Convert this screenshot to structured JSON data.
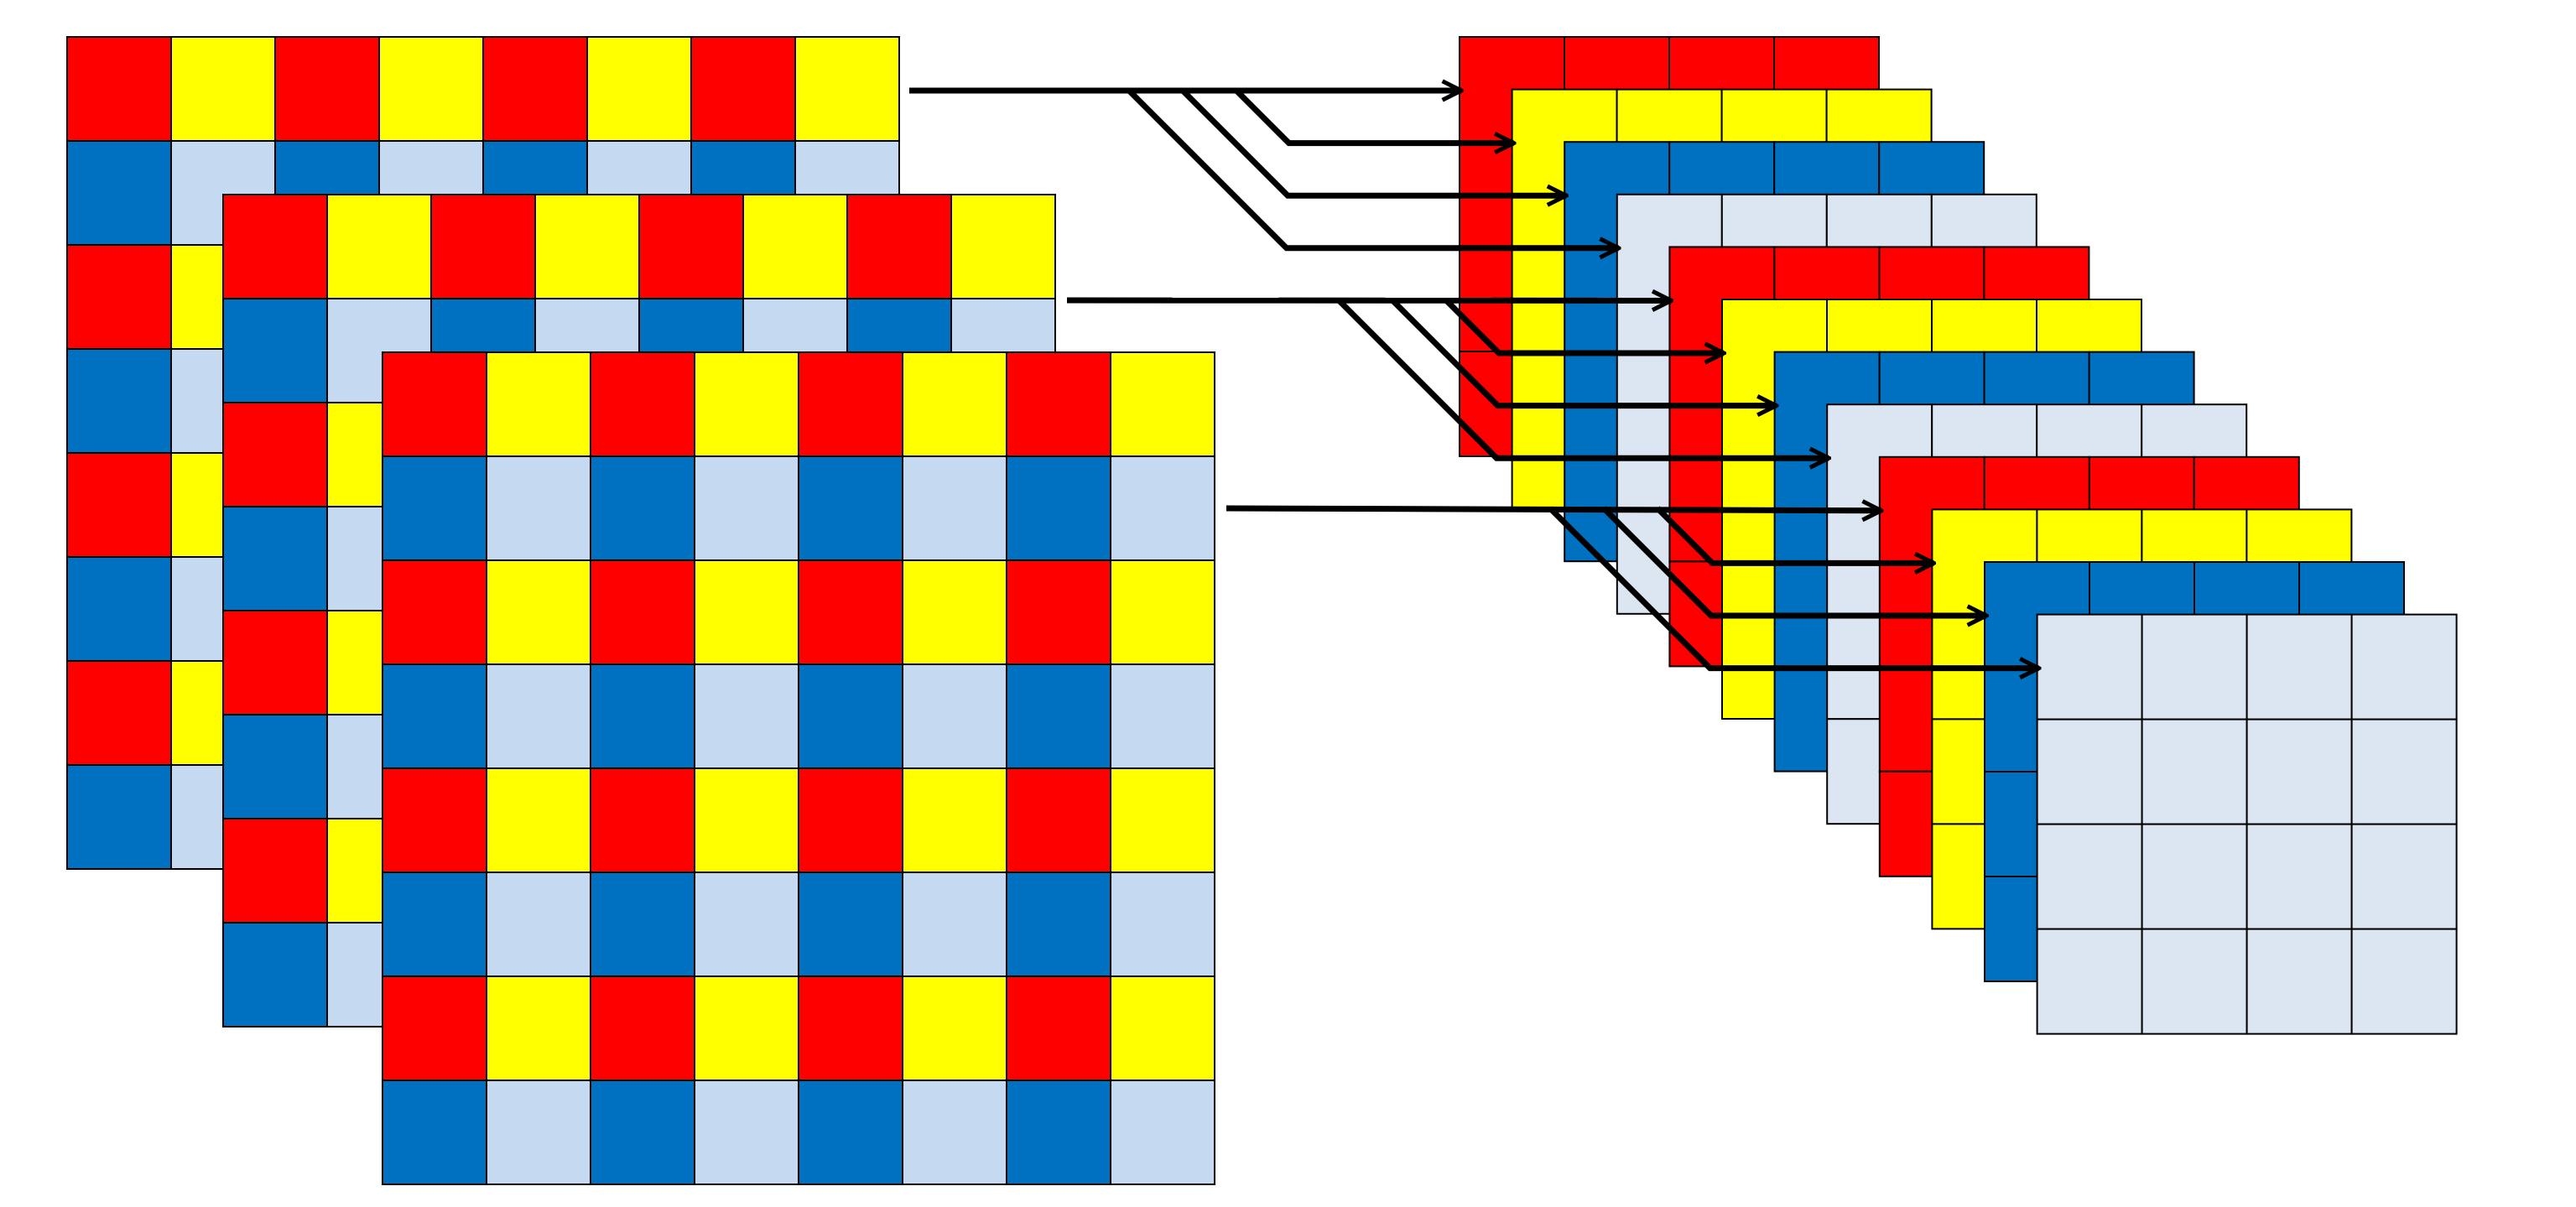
{
  "colors": {
    "red": "#ff0000",
    "yellow": "#ffff00",
    "blue": "#0070c0",
    "light": "#c5d9f1",
    "lighter": "#dce6f2",
    "grid_line": "#000000",
    "arrow": "#000000",
    "background": "#ffffff"
  },
  "input_grids": {
    "count": 3,
    "rows": 8,
    "cols": 8,
    "pattern": [
      [
        "red",
        "yellow"
      ],
      [
        "blue",
        "light"
      ]
    ]
  },
  "output_planes": {
    "groups": 3,
    "planes_per_group": 4,
    "rows": 4,
    "cols": 4,
    "plane_colors": [
      "red",
      "yellow",
      "blue",
      "lighter"
    ]
  }
}
